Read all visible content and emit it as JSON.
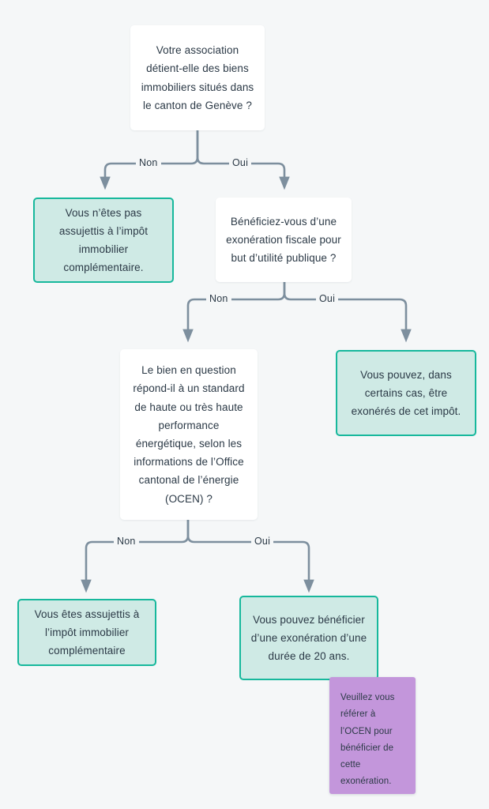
{
  "page": {
    "background_color": "#f5f7f8",
    "title": "Arbre de decision - impot immobilier complementaire"
  },
  "theme": {
    "question_fill": "#ffffff",
    "answer_fill": "#cfeae5",
    "answer_border": "#17b89c",
    "note_fill": "#c396db",
    "connector_color": "#7d8f9e",
    "text_color": "#2b3946"
  },
  "nodes": {
    "q1": "Votre association détient-elle des biens immobiliers situés dans le canton de Genève ?",
    "a1": "Vous n’êtes pas assujettis à l’impôt immobilier complémentaire.",
    "q2": "Bénéficiez-vous d’une exonération fiscale pour but d’utilité publique ?",
    "a2": "Vous pouvez, dans certains cas, être exonérés de cet impôt.",
    "q3": "Le bien en question répond-il à un standard de haute ou très haute performance énergétique, selon les informations de l’Office cantonal de l’énergie (OCEN) ?",
    "a3": "Vous êtes assujettis à l’impôt immobilier complémentaire",
    "a4": "Vous pouvez bénéficier d’une exonération d’une durée de 20 ans.",
    "note": "Veuillez vous référer à l’OCEN pour bénéficier de cette exonération."
  },
  "edges": {
    "e1_non": "Non",
    "e1_oui": "Oui",
    "e2_non": "Non",
    "e2_oui": "Oui",
    "e3_non": "Non",
    "e3_oui": "Oui"
  }
}
